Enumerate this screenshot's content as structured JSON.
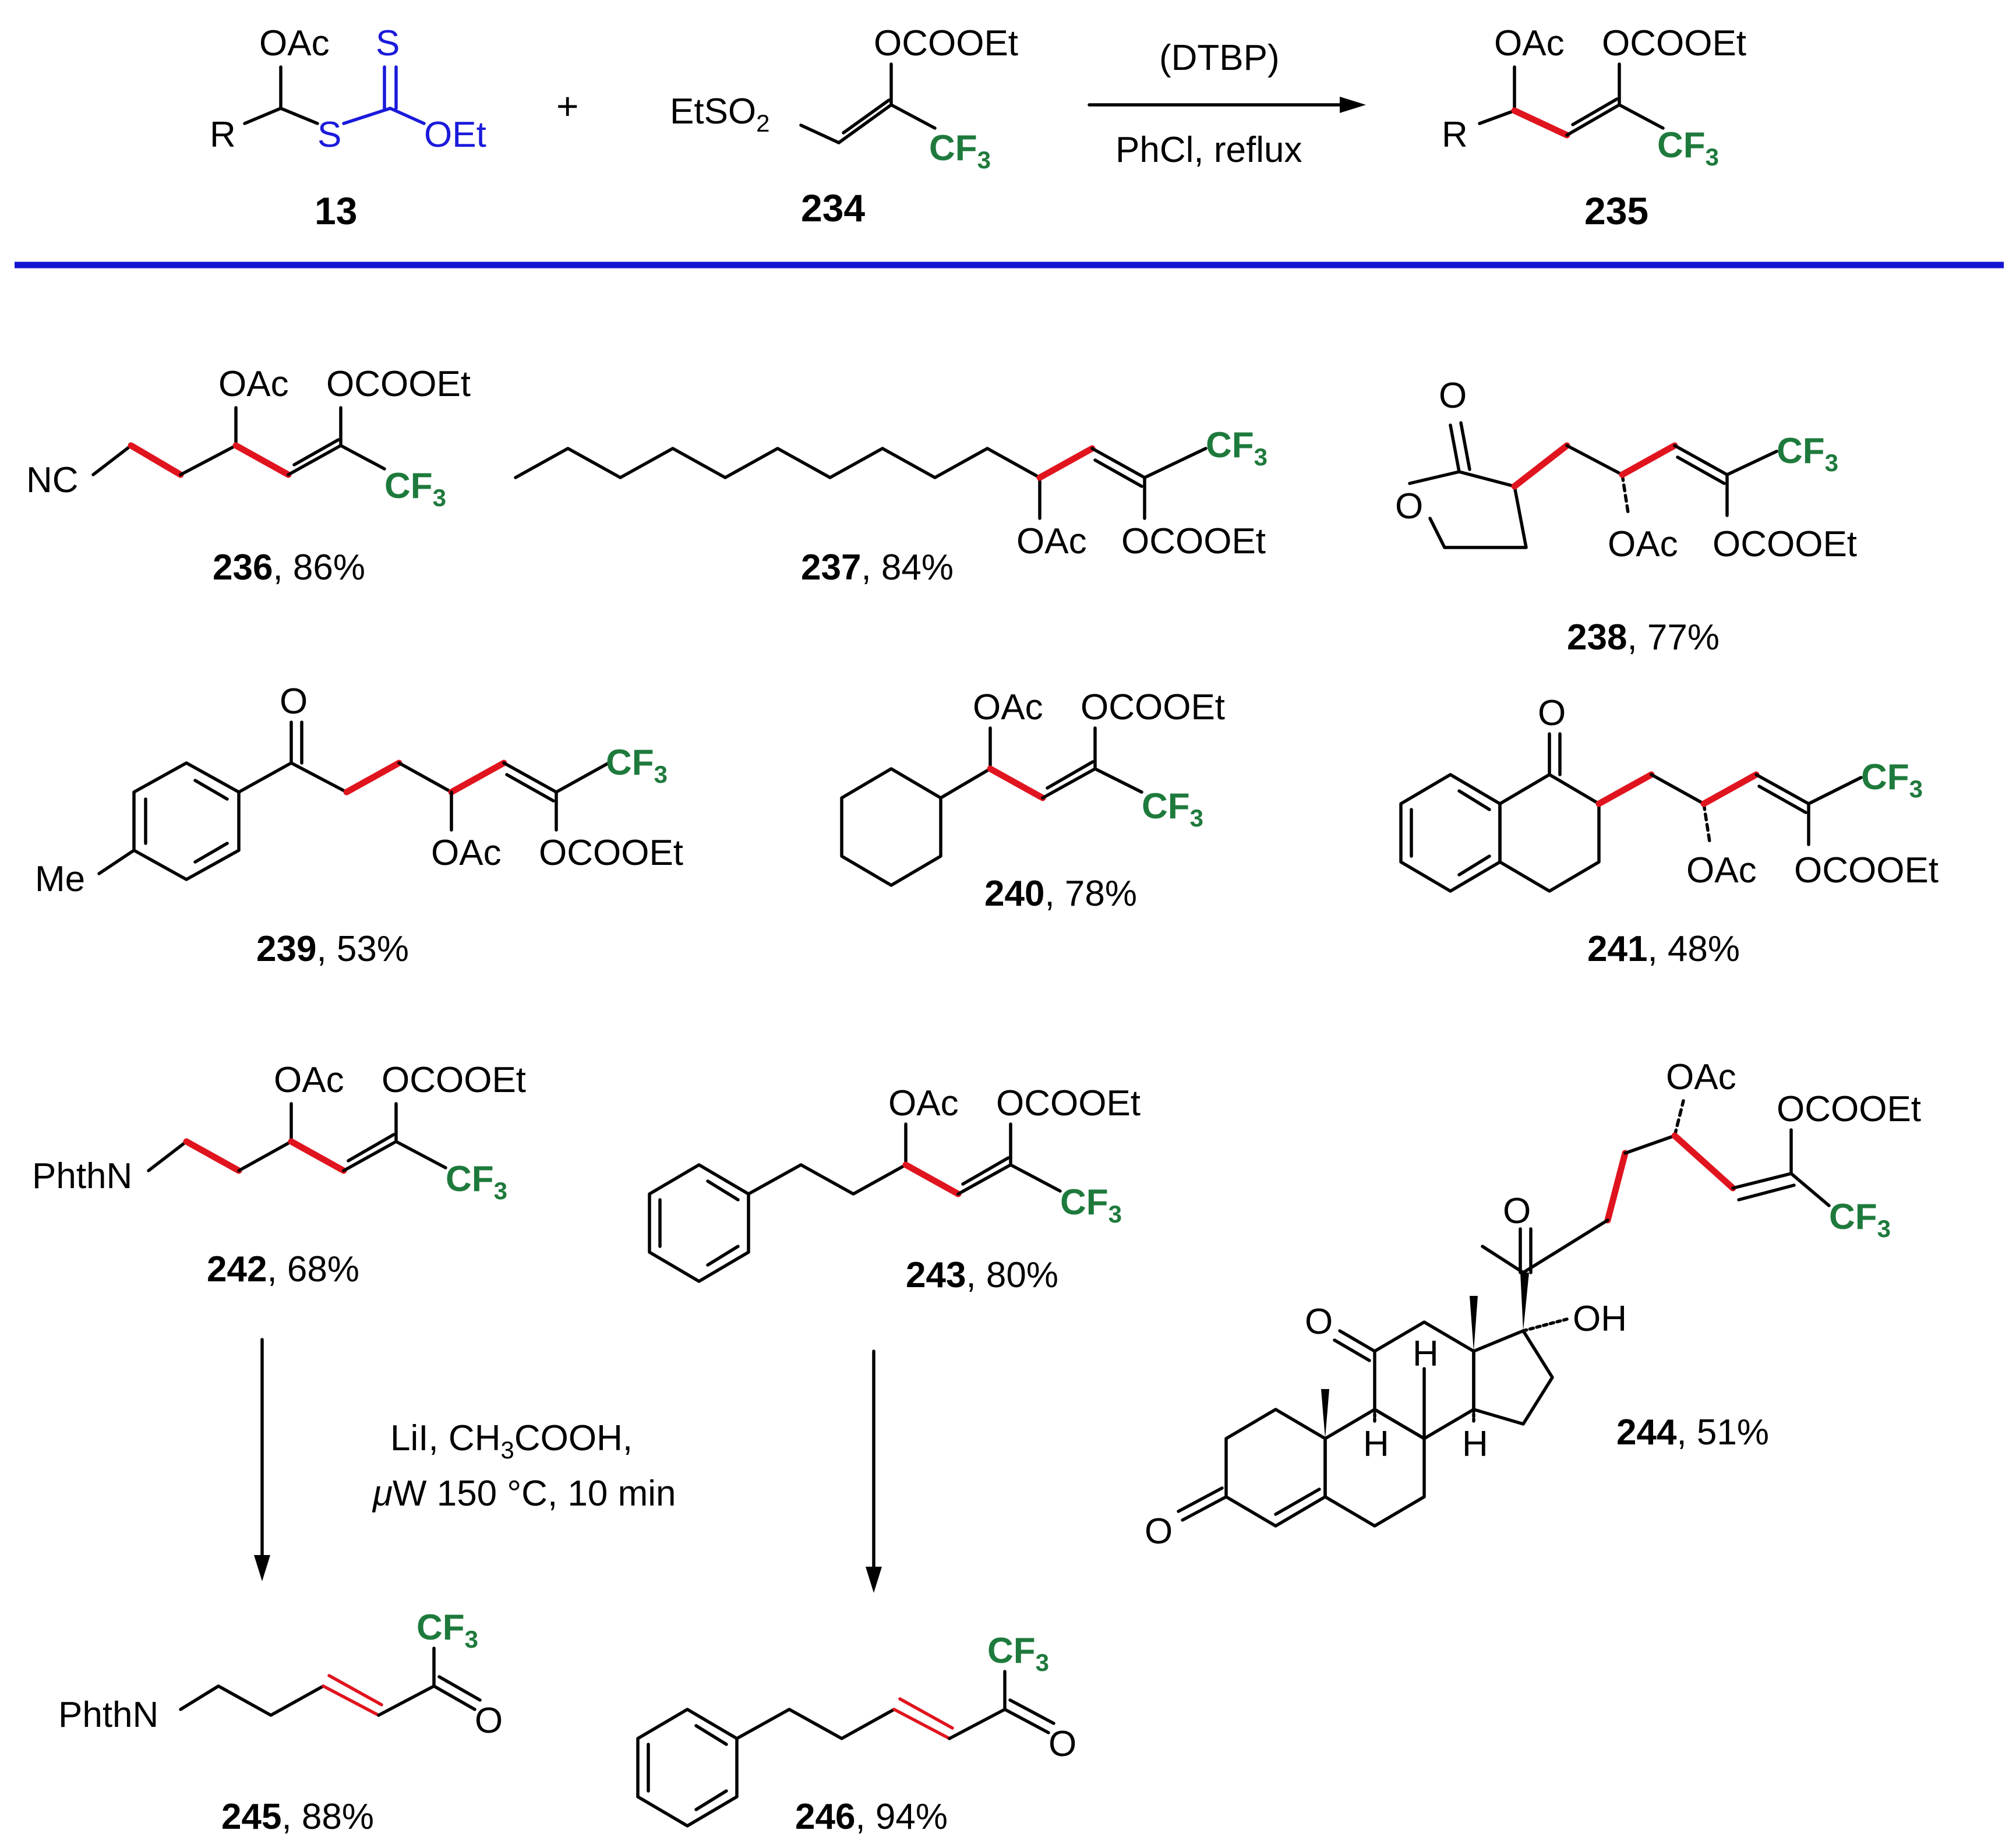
{
  "colors": {
    "new_bond_red": "#e0141e",
    "trifluoromethyl_green": "#1e7a3c",
    "xanthate_blue": "#1a1adb",
    "separator_blue": "#1414d2"
  },
  "reaction": {
    "conditions_top": "(DTBP)",
    "conditions_bottom": "PhCl, reflux",
    "plus": "+",
    "reactant1_label": "13",
    "reactant2_label": "234",
    "product_label": "235"
  },
  "groups": {
    "oac": "OAc",
    "ocooet": "OCOOEt",
    "cf": "CF",
    "three": "3",
    "s": "S",
    "oet": "OEt",
    "r": "R",
    "etso": "EtSO",
    "two": "2",
    "nc": "NC",
    "o": "O",
    "me": "Me",
    "phthn": "PhthN",
    "oh": "OH",
    "h": "H"
  },
  "compounds": [
    {
      "number": "236",
      "yield": ", 86%"
    },
    {
      "number": "237",
      "yield": ", 84%"
    },
    {
      "number": "238",
      "yield": ", 77%"
    },
    {
      "number": "239",
      "yield": ", 53%"
    },
    {
      "number": "240",
      "yield": ", 78%"
    },
    {
      "number": "241",
      "yield": ", 48%"
    },
    {
      "number": "242",
      "yield": ", 68%"
    },
    {
      "number": "243",
      "yield": ", 80%"
    },
    {
      "number": "244",
      "yield": ", 51%"
    },
    {
      "number": "245",
      "yield": ", 88%"
    },
    {
      "number": "246",
      "yield": ", 94%"
    }
  ],
  "elimination": {
    "reagents_line1_a": "LiI, CH",
    "reagents_line1_sub": "3",
    "reagents_line1_b": "COOH,",
    "mu": "μ",
    "reagents_line2": "W 150 °C, 10 min"
  }
}
